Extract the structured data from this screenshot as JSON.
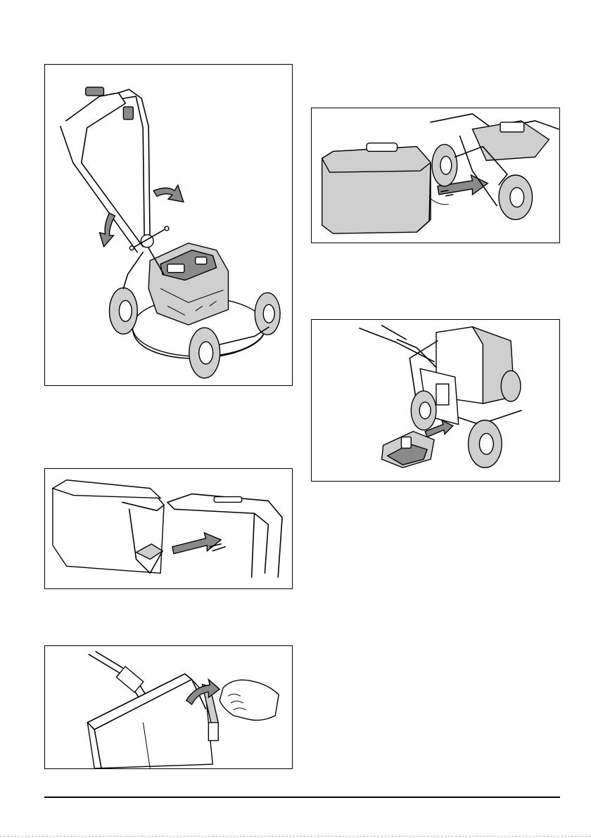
{
  "figures": [
    {
      "id": "fig-1",
      "illustration": "lawnmower-handle-unfold"
    },
    {
      "id": "fig-2",
      "illustration": "grass-catcher-attach"
    },
    {
      "id": "fig-3",
      "illustration": "mulch-plug-insert"
    },
    {
      "id": "fig-4",
      "illustration": "grass-catcher-frame-assembly"
    },
    {
      "id": "fig-5",
      "illustration": "grass-catcher-clip-fasten"
    }
  ],
  "colors": {
    "line": "#000000",
    "fill_grey": "#cfcfcf",
    "fill_dark": "#8a8a8a"
  }
}
